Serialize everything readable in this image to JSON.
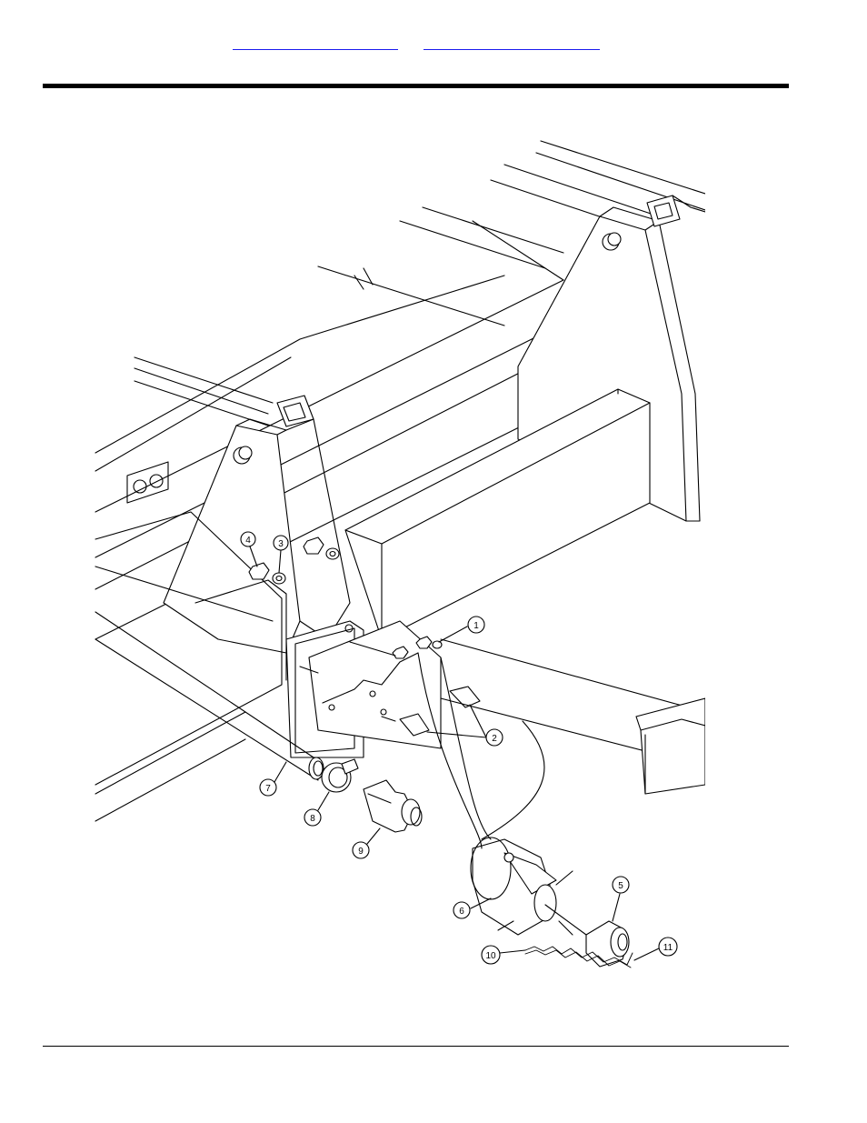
{
  "header": {
    "link_a_text": "",
    "link_b_text": ""
  },
  "figure": {
    "callouts": [
      "1",
      "2",
      "3",
      "4",
      "5",
      "6",
      "7",
      "8",
      "9",
      "10",
      "11"
    ]
  }
}
